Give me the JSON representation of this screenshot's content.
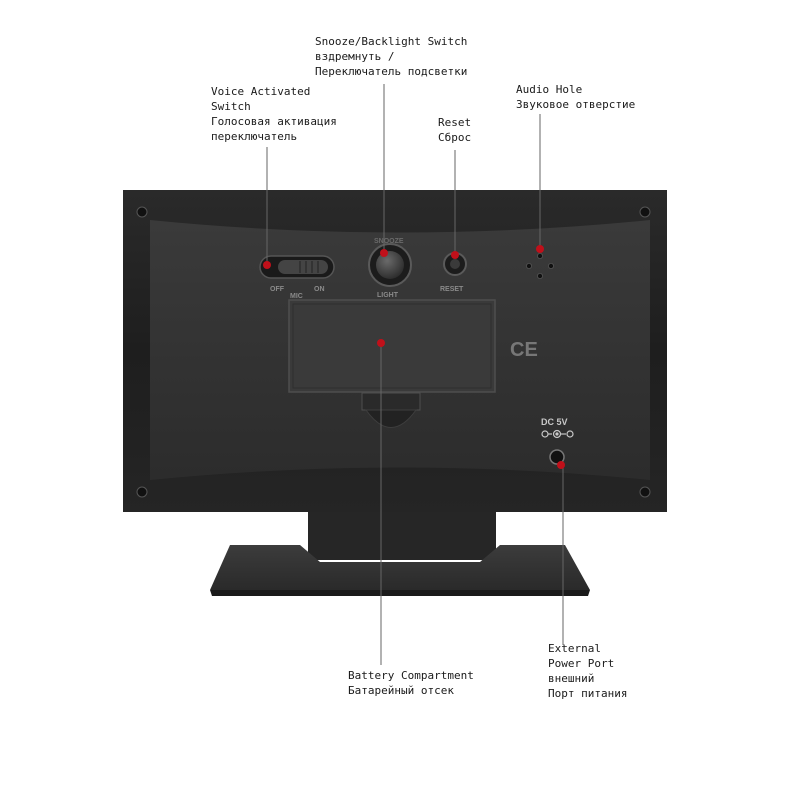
{
  "callouts": {
    "snooze": {
      "lines": [
        "Snooze/Backlight Switch",
        "вздремнуть /",
        "Переключатель подсветки"
      ]
    },
    "voice": {
      "lines": [
        "Voice Activated",
        "Switch",
        "Голосовая активация",
        "переключатель"
      ]
    },
    "reset": {
      "lines": [
        "Reset",
        "Сброс"
      ]
    },
    "audio": {
      "lines": [
        "Audio Hole",
        "Звуковое отверстие"
      ]
    },
    "battery": {
      "lines": [
        "Battery Compartment",
        "Батарейный отсек"
      ]
    },
    "power": {
      "lines": [
        "External",
        "Power Port",
        "внешний",
        "Порт питания"
      ]
    }
  },
  "device": {
    "switch_off": "OFF",
    "switch_mic": "MIC",
    "switch_on": "ON",
    "snooze_text": "SNOOZE",
    "light_text": "LIGHT",
    "reset_text": "RESET",
    "ce_mark": "CE",
    "dc_label": "DC 5V"
  },
  "colors": {
    "body": "#202020",
    "marker": "#c0101a",
    "leader": "#555555"
  }
}
